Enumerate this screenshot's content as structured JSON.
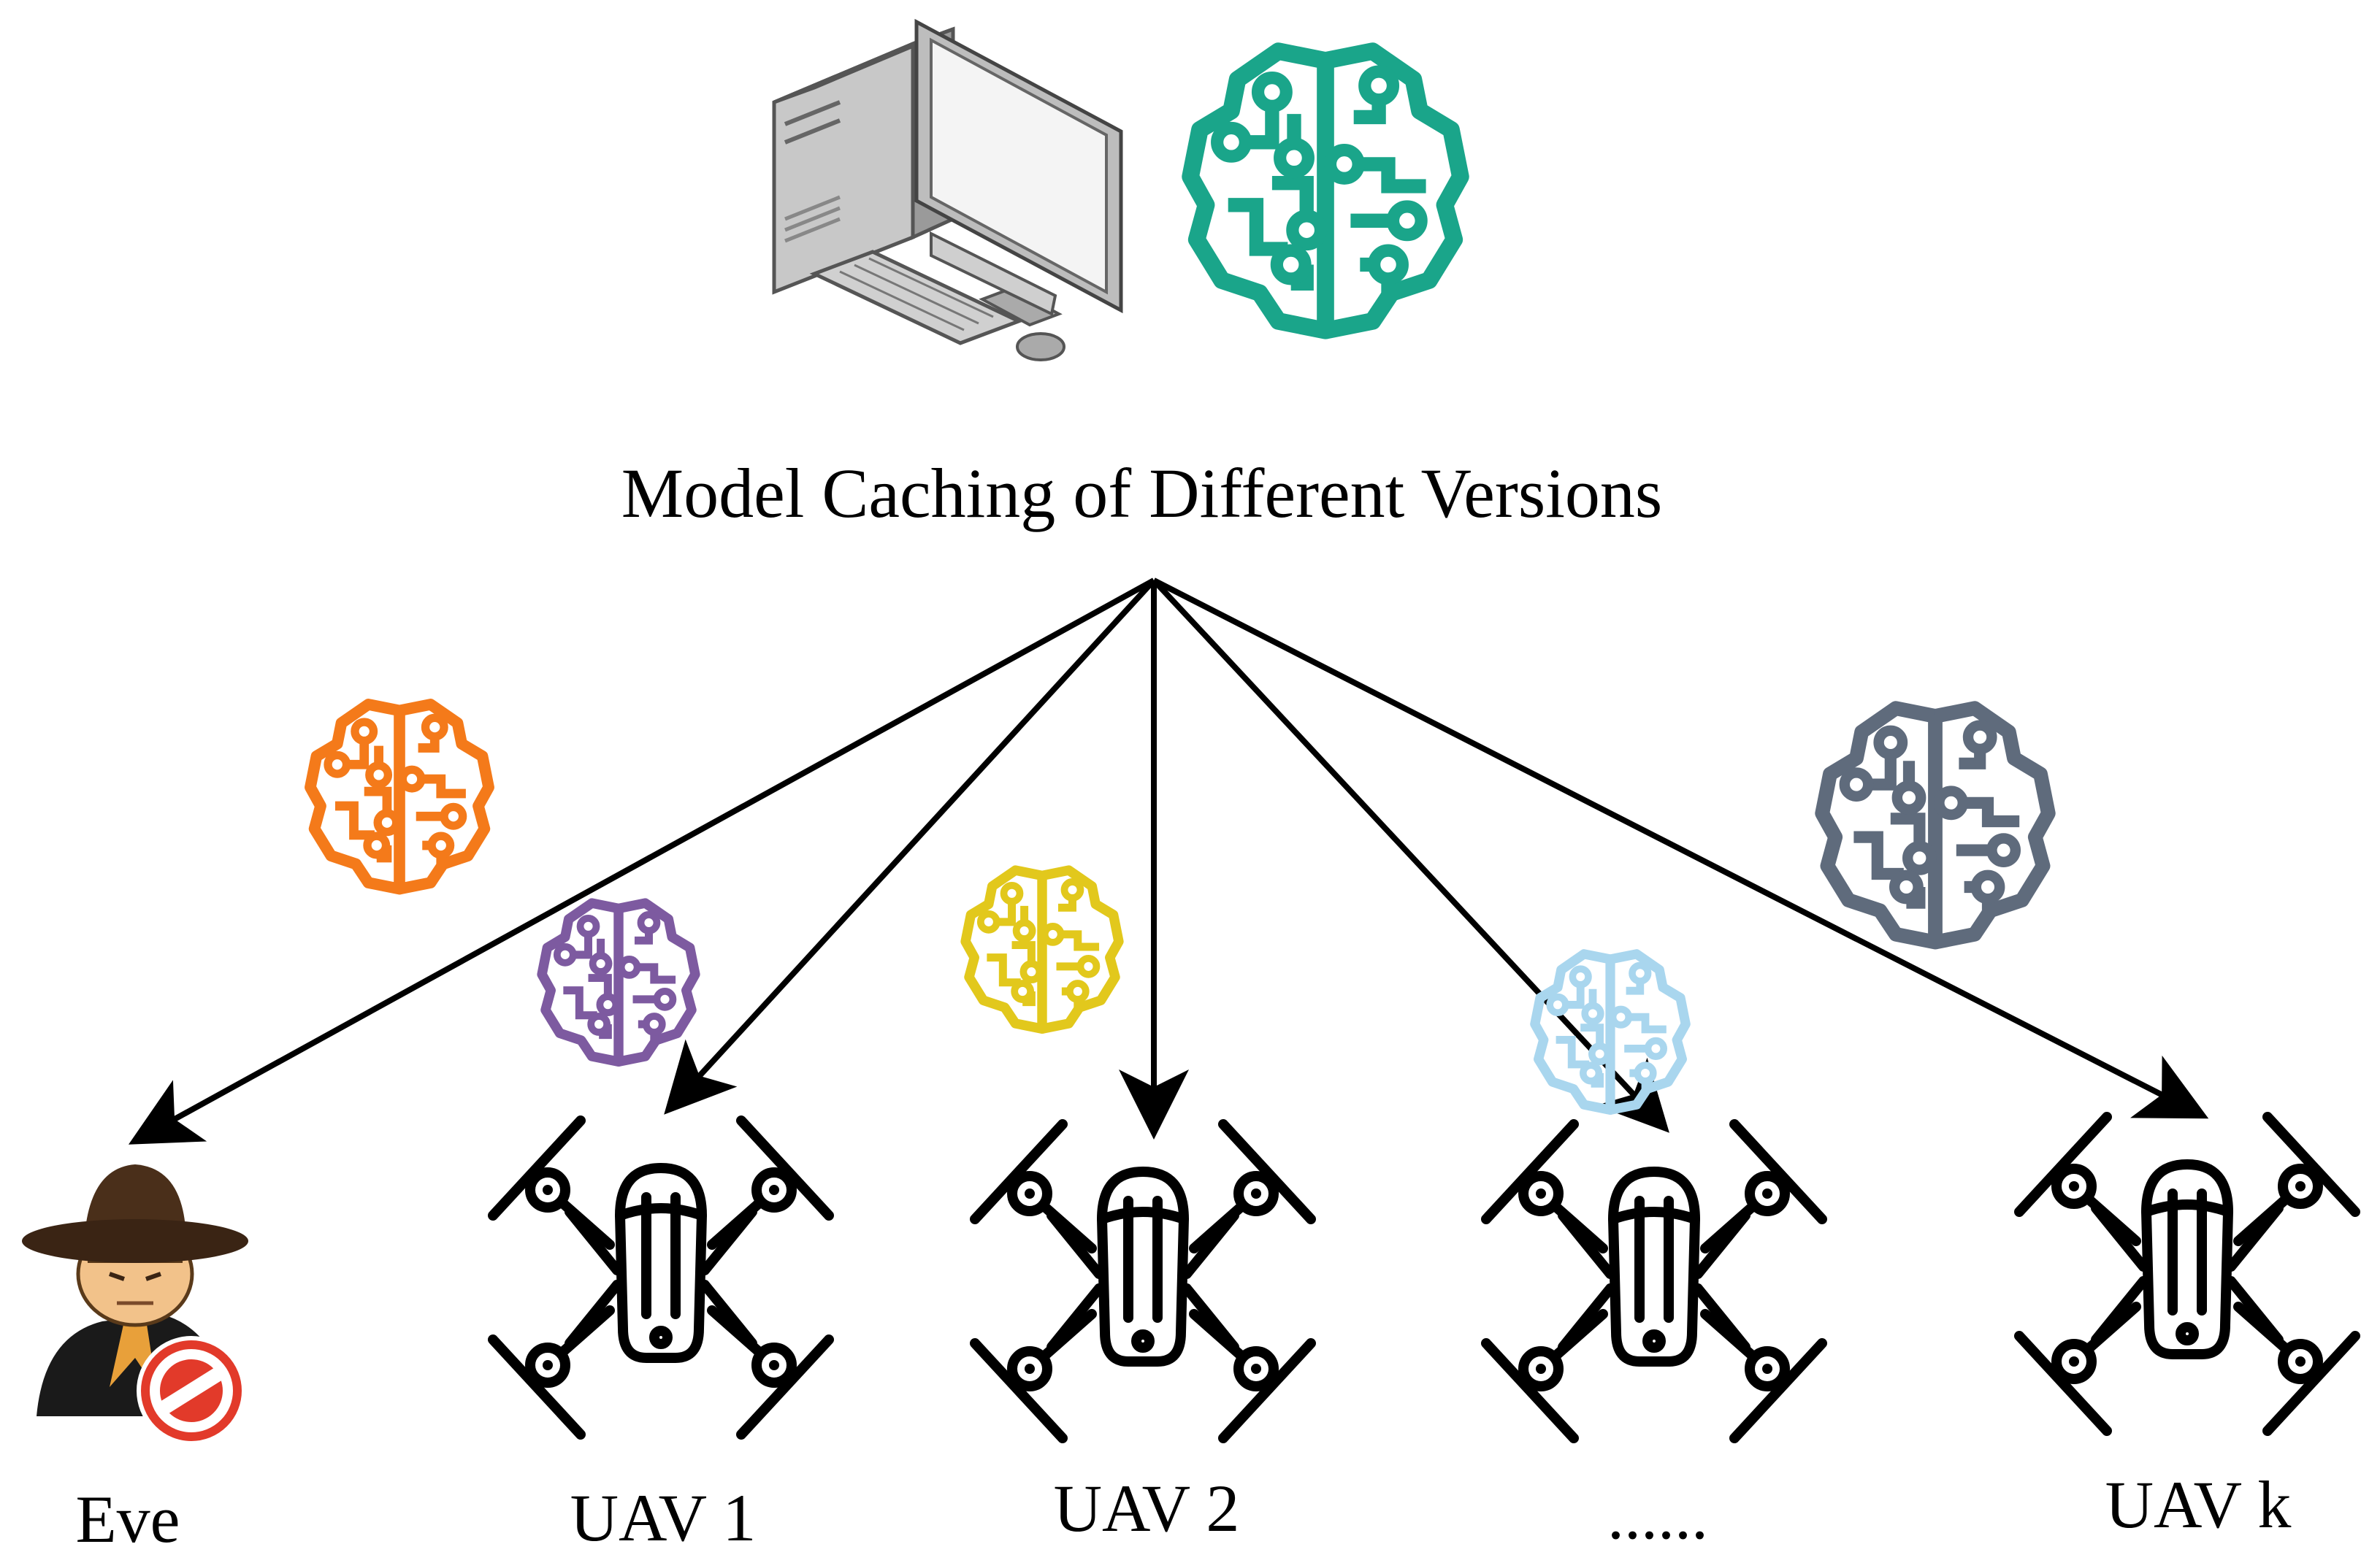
{
  "title": "Model Caching of Different Versions",
  "nodes": {
    "eve": "Eve",
    "uav1": "UAV 1",
    "uav2": "UAV 2",
    "ellipsis": "......",
    "uavk": "UAV k"
  },
  "colors": {
    "server_model": "#1aa58a",
    "orange_model": "#f47a1a",
    "purple_model": "#7d5aa0",
    "yellow_model": "#e2c81c",
    "lightblue_model": "#a9d6ee",
    "gray_model": "#5f6b7c",
    "arrow": "#000000"
  },
  "icons": [
    "desktop-computer-icon",
    "brain-circuit-icon",
    "spy-eavesdropper-icon",
    "no-entry-icon",
    "drone-icon"
  ]
}
